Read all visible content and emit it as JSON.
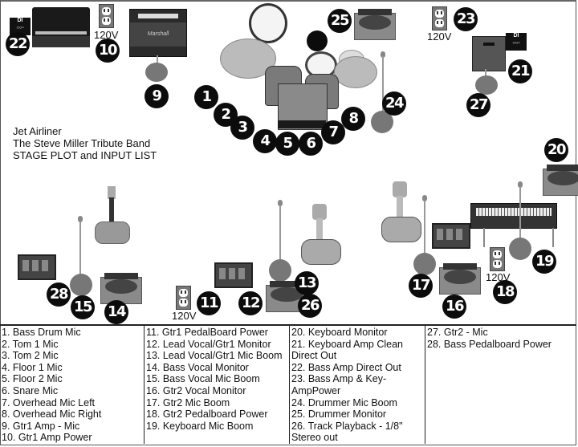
{
  "title": {
    "band": "Jet Airliner",
    "subtitle": "The Steve Miller Tribute Band",
    "doc": "STAGE PLOT and INPUT LIST"
  },
  "power_label": "120V",
  "di_label": "DI",
  "amp_brand": "Marshall",
  "badges": {
    "b1": "1",
    "b2": "2",
    "b3": "3",
    "b4": "4",
    "b5": "5",
    "b6": "6",
    "b7": "7",
    "b8": "8",
    "b9": "9",
    "b10": "10",
    "b11": "11",
    "b12": "12",
    "b13": "13",
    "b14": "14",
    "b15": "15",
    "b16": "16",
    "b17": "17",
    "b18": "18",
    "b19": "19",
    "b20": "20",
    "b21": "21",
    "b22": "22",
    "b23": "23",
    "b24": "24",
    "b25": "25",
    "b26": "26",
    "b27": "27",
    "b28": "28"
  },
  "input_list": {
    "col1": [
      "1. Bass Drum Mic",
      "2. Tom 1 Mic",
      "3. Tom 2 Mic",
      "4. Floor 1 Mic",
      "5. Floor 2 Mic",
      "6. Snare Mic",
      "7. Overhead Mic Left",
      "8. Overhead Mic Right",
      "9. Gtr1 Amp - Mic",
      "10. Gtr1 Amp Power"
    ],
    "col2": [
      "11. Gtr1 PedalBoard Power",
      "12. Lead Vocal/Gtr1 Monitor",
      "13. Lead Vocal/Gtr1 Mic Boom",
      "14. Bass Vocal Monitor",
      "15. Bass Vocal Mic Boom",
      "16. Gtr2 Vocal Monitor",
      "17. Gtr2 Mic Boom",
      "18. Gtr2 Pedalboard Power",
      "19. Keyboard Mic Boom"
    ],
    "col3": [
      "20. Keyboard Monitor",
      "21. Keyboard Amp Clean Direct Out",
      "22. Bass Amp Direct Out",
      "23. Bass Amp & Key-AmpPower",
      "24. Drummer Mic Boom",
      "25. Drummer Monitor",
      "26. Track Playback - 1/8\" Stereo out"
    ],
    "col4": [
      "27. Gtr2 - Mic",
      "28. Bass Pedalboard Power"
    ]
  }
}
